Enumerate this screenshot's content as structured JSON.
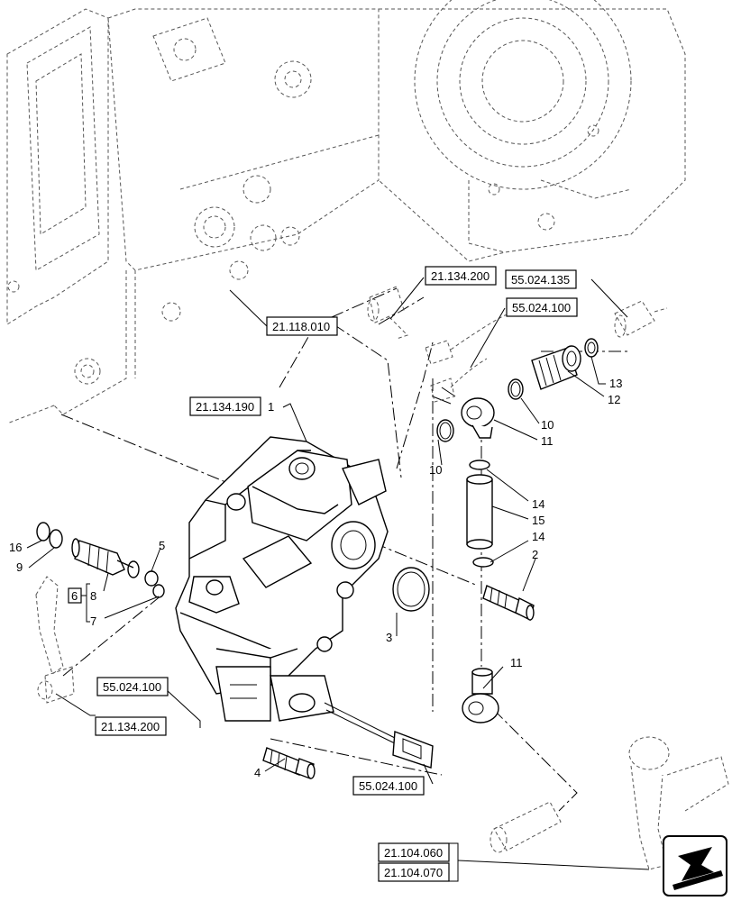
{
  "references": {
    "r_21_134_200_top": "21.134.200",
    "r_55_024_135": "55.024.135",
    "r_55_024_100_top": "55.024.100",
    "r_21_118_010": "21.118.010",
    "r_21_134_190": "21.134.190",
    "r_55_024_100_left": "55.024.100",
    "r_21_134_200_left": "21.134.200",
    "r_55_024_100_bottom": "55.024.100",
    "r_21_104_060": "21.104.060",
    "r_21_104_070": "21.104.070"
  },
  "callouts": {
    "c1": "1",
    "c2": "2",
    "c3": "3",
    "c4": "4",
    "c5": "5",
    "c6": "6",
    "c7": "7",
    "c8": "8",
    "c9": "9",
    "c10a": "10",
    "c10b": "10",
    "c11a": "11",
    "c11b": "11",
    "c12": "12",
    "c13": "13",
    "c14a": "14",
    "c14b": "14",
    "c15": "15",
    "c16": "16"
  },
  "icons": {
    "nav": "arrow-navigation-icon"
  }
}
